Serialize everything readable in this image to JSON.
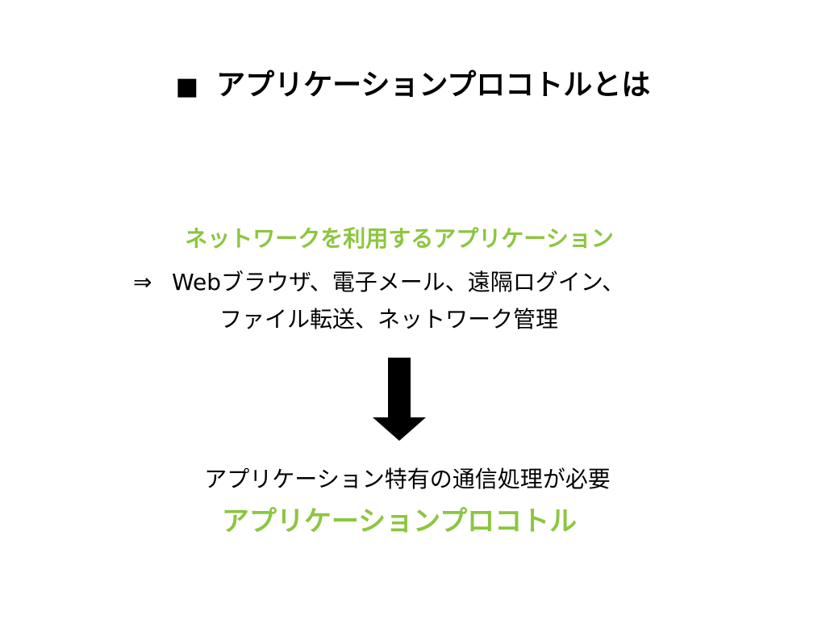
{
  "slide": {
    "title_bullet": "■",
    "title": "アプリケーションプロコトルとは",
    "subheading": "ネットワークを利用するアプリケーション",
    "examples_arrow": "⇒",
    "examples_line1": "Webブラウザ、電子メール、遠隔ログイン、",
    "examples_line2": "ファイル転送、ネットワーク管理",
    "arrow_icon": "down-arrow-icon",
    "need_text": "アプリケーション特有の通信処理が必要",
    "protocol_text": "アプリケーションプロコトル"
  },
  "colors": {
    "accent_green": "#8cc63f",
    "text": "#000000",
    "background": "#ffffff"
  }
}
